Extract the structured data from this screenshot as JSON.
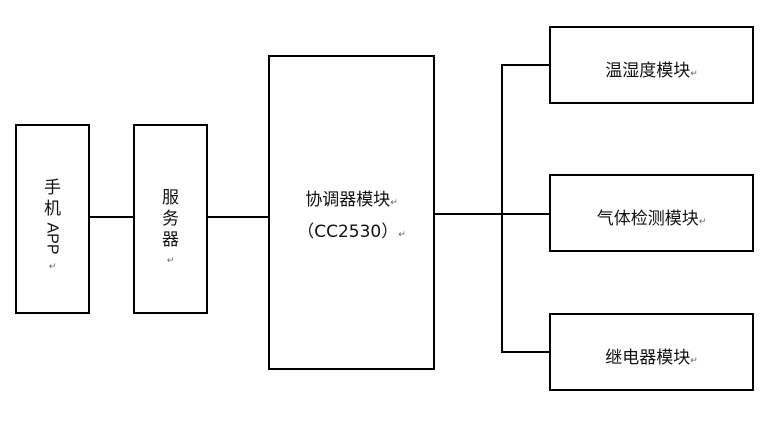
{
  "nodes": {
    "phone": {
      "line1": "手",
      "line2": "机",
      "line3": "APP",
      "mark": "↵"
    },
    "server": {
      "line1": "服",
      "line2": "务",
      "line3": "器",
      "mark": "↵"
    },
    "coordinator": {
      "line1": "协调器模块",
      "line2": "（CC2530）",
      "mark": "↵"
    },
    "temp_humidity": {
      "label": "温湿度模块",
      "mark": "↵"
    },
    "gas": {
      "label": "气体检测模块",
      "mark": "↵"
    },
    "relay": {
      "label": "继电器模块",
      "mark": "↵"
    }
  }
}
